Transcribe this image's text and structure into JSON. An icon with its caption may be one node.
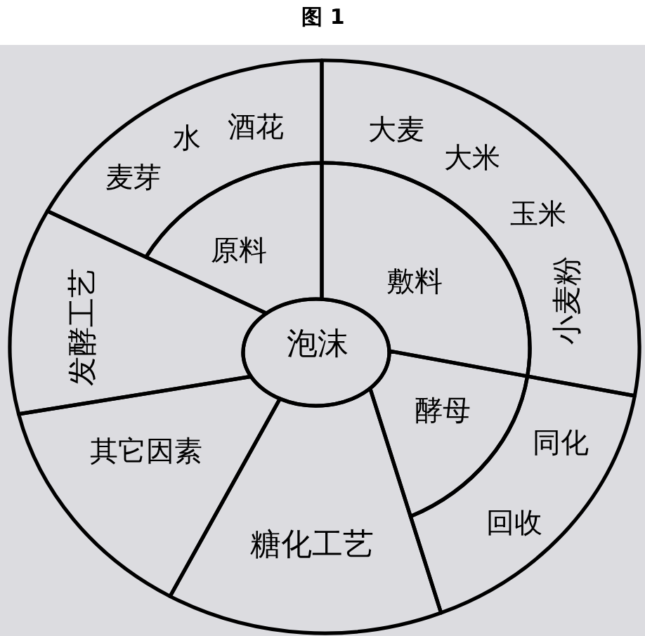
{
  "diagram": {
    "title": "图 1",
    "nodes": [
      {
        "text": [
          "麦芽",
          "水",
          "酒花"
        ]
      },
      {
        "text": [
          "大麦",
          "大米",
          "玉米",
          "小麦粉"
        ]
      },
      {
        "text": [
          "原料"
        ]
      },
      {
        "text": [
          "敷料"
        ]
      },
      {
        "text": [
          "发酵工艺"
        ]
      },
      {
        "text": [
          "泡沫"
        ]
      },
      {
        "text": [
          "酵母"
        ]
      },
      {
        "text": [
          "同化",
          "回收"
        ]
      },
      {
        "text": [
          "其它因素"
        ]
      },
      {
        "text": [
          "糖化工艺"
        ]
      }
    ]
  }
}
